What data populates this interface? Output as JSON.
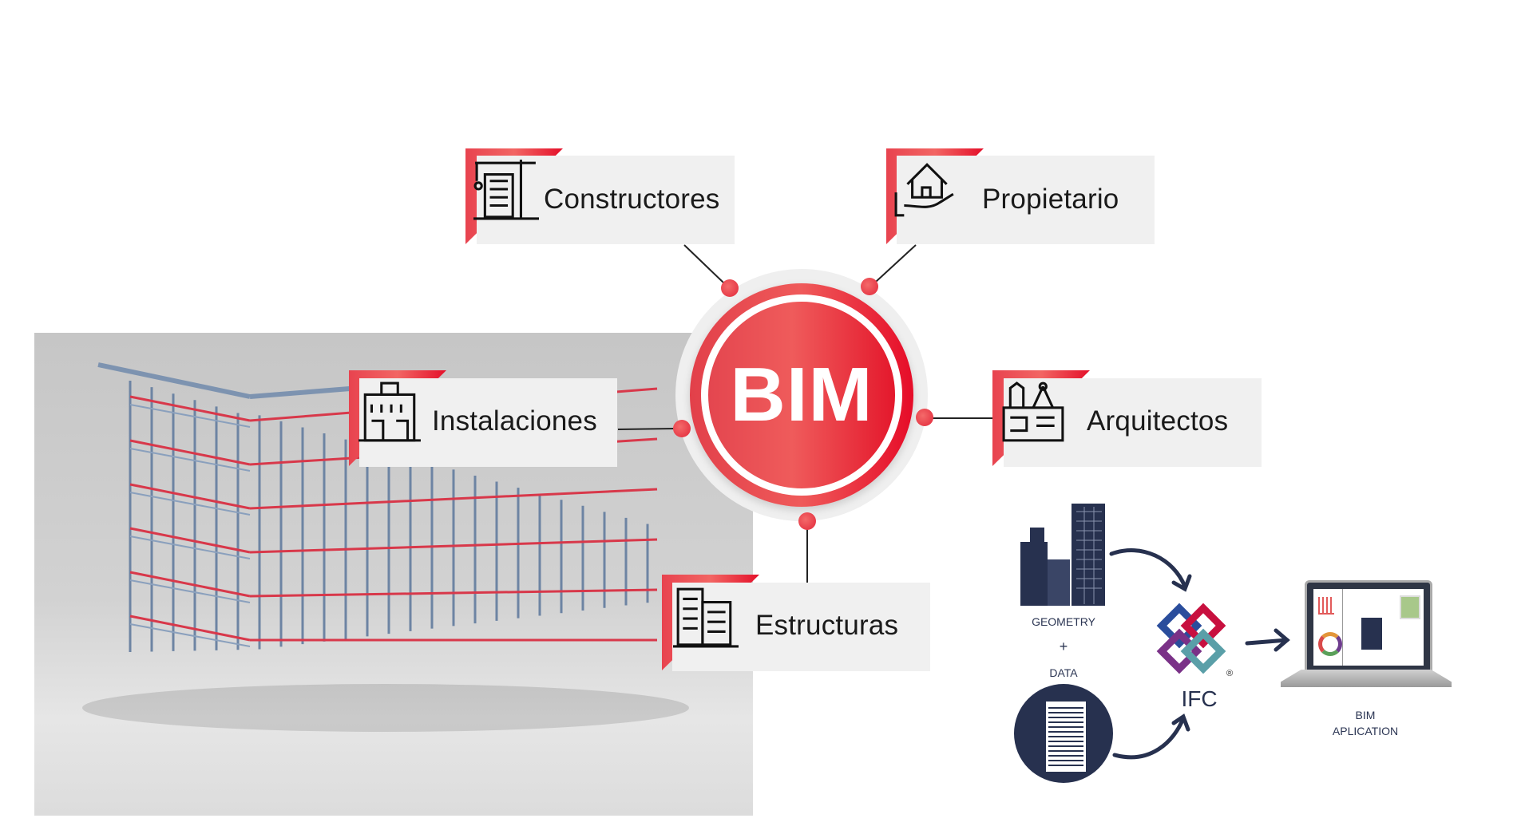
{
  "center": {
    "label": "BIM"
  },
  "nodes": [
    {
      "label": "Constructores",
      "icon": "crane-building-icon"
    },
    {
      "label": "Propietario",
      "icon": "house-in-hand-icon"
    },
    {
      "label": "Instalaciones",
      "icon": "factory-building-icon"
    },
    {
      "label": "Arquitectos",
      "icon": "architect-tools-icon"
    },
    {
      "label": "Estructuras",
      "icon": "buildings-icon"
    }
  ],
  "workflow": {
    "geometry": "GEOMETRY",
    "plus": "+",
    "data": "DATA",
    "ifc": "IFC",
    "registered": "®",
    "app_line1": "BIM",
    "app_line2": "APLICATION"
  },
  "colors": {
    "accent": "#e8303f",
    "navy": "#27314f",
    "panel": "#f0f0f0"
  }
}
